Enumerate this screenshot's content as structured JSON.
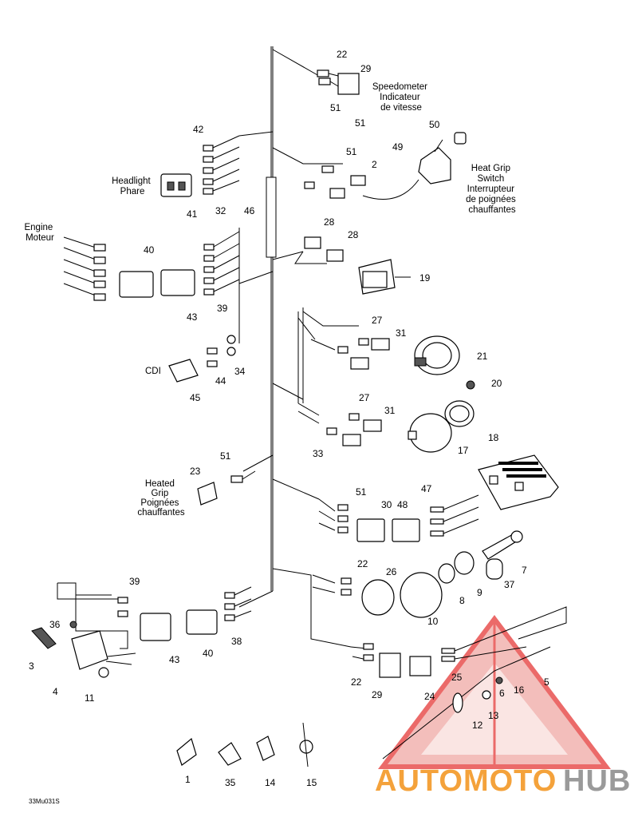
{
  "colors": {
    "watermark_red": "#e8514f",
    "watermark_orange": "#f4a23b",
    "watermark_gray": "#9a9a9a"
  },
  "labels": {
    "speedometer": [
      "Speedometer",
      "Indicateur",
      "de vitesse"
    ],
    "heat_grip_switch": [
      "Heat Grip",
      "Switch",
      "Interrupteur",
      "de poignées",
      "chauffantes"
    ],
    "headlight": [
      "Headlight",
      "Phare"
    ],
    "engine": [
      "Engine",
      "Moteur"
    ],
    "cdi": [
      "CDI"
    ],
    "heated_grip": [
      "Heated",
      "Grip",
      "Poignées",
      "chauffantes"
    ]
  },
  "callouts": {
    "c22a": "22",
    "c29a": "29",
    "c51a": "51",
    "c51b": "51",
    "c50": "50",
    "c49": "49",
    "c51c": "51",
    "c2": "2",
    "c42": "42",
    "c41": "41",
    "c32": "32",
    "c46": "46",
    "c40a": "40",
    "c43a": "43",
    "c39a": "39",
    "c28a": "28",
    "c28b": "28",
    "c19": "19",
    "c27a": "27",
    "c31a": "31",
    "c21": "21",
    "c20": "20",
    "c44": "44",
    "c34": "34",
    "c45": "45",
    "c27b": "27",
    "c31b": "31",
    "c18": "18",
    "c33": "33",
    "c17": "17",
    "c23": "23",
    "c51d": "51",
    "c51e": "51",
    "c30": "30",
    "c48": "48",
    "c47": "47",
    "c7": "7",
    "c22b": "22",
    "c26": "26",
    "c8": "8",
    "c9": "9",
    "c37": "37",
    "c10": "10",
    "c39b": "39",
    "c36": "36",
    "c3": "3",
    "c4": "4",
    "c11": "11",
    "c43b": "43",
    "c40b": "40",
    "c38": "38",
    "c22c": "22",
    "c29b": "29",
    "c24": "24",
    "c25": "25",
    "c5": "5",
    "c16": "16",
    "c6": "6",
    "c13": "13",
    "c12": "12",
    "c1": "1",
    "c35": "35",
    "c14": "14",
    "c15": "15"
  },
  "figure_code": "33Mu031S",
  "watermark": {
    "part1": "AUTOMOTO",
    "part2": "HUB"
  }
}
